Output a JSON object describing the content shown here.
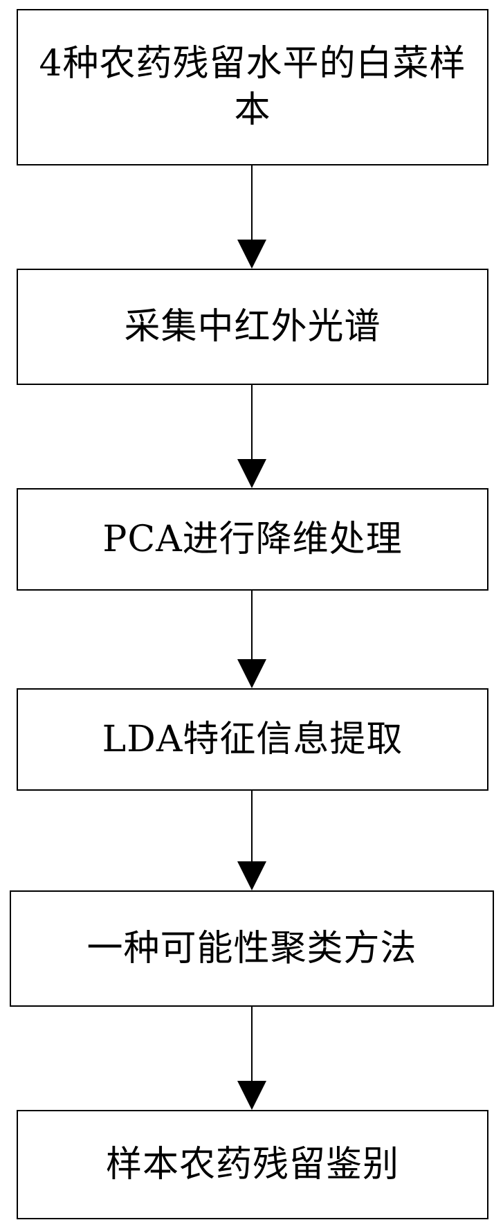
{
  "flowchart": {
    "steps": [
      {
        "label": "4种农药残留水平的白菜样本"
      },
      {
        "label": "采集中红外光谱"
      },
      {
        "label": "PCA进行降维处理"
      },
      {
        "label": "LDA特征信息提取"
      },
      {
        "label": "一种可能性聚类方法"
      },
      {
        "label": "样本农药残留鉴别"
      }
    ]
  }
}
